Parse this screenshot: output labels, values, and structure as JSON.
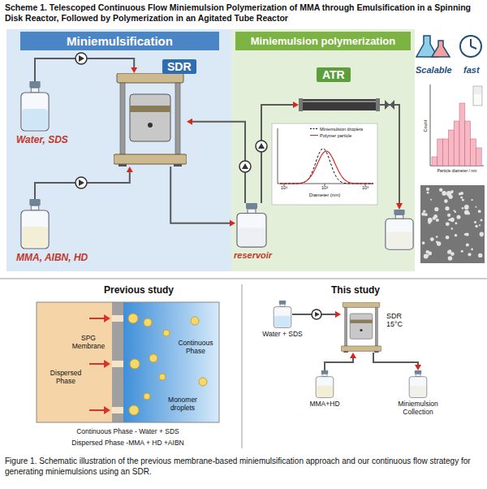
{
  "diagram": {
    "title": "Scheme 1. Telescoped Continuous Flow Miniemulsion Polymerization of MMA through Emulsification in a Spinning Disk Reactor, Followed by Polymerization in an Agitated Tube Reactor",
    "caption": "Figure 1. Schematic illustration of the previous membrane-based miniemulsification approach and our continuous flow strategy for generating miniemulsions using an SDR.",
    "nodes": [
      {
        "text": [
          "Miniemulsification"
        ]
      },
      {
        "text": [
          "SDR"
        ],
        "in": 0
      },
      {
        "text": [
          "Water, SDS"
        ],
        "in": 0
      },
      {
        "text": [
          "MMA, AIBN, HD"
        ],
        "in": 0
      },
      {
        "text": [
          "Miniemulsion polymerization"
        ]
      },
      {
        "text": [
          "reservoir"
        ],
        "in": 4
      },
      {
        "text": [
          "ATR"
        ],
        "in": 4
      },
      {
        "text": [
          "Water + SDS"
        ]
      },
      {
        "text": [
          "SDR 15°C"
        ]
      },
      {
        "text": [
          "MMA+HD"
        ]
      },
      {
        "text": [
          "Miniemulsion Collection"
        ]
      }
    ],
    "edges": [
      {
        "from": 2,
        "to": 1,
        "arrow": "to"
      },
      {
        "from": 3,
        "to": 1,
        "arrow": "to"
      },
      {
        "from": 1,
        "to": 5,
        "arrow": "to"
      },
      {
        "from": 5,
        "to": 1,
        "arrow": "to"
      },
      {
        "from": 5,
        "to": 6,
        "arrow": "to"
      },
      {
        "from": 7,
        "to": 8,
        "arrow": "to"
      },
      {
        "from": 9,
        "to": 8,
        "arrow": "to"
      },
      {
        "from": 8,
        "to": 10,
        "arrow": "to"
      }
    ],
    "labels": [
      "Scalable",
      "fast",
      "10¹",
      "10²",
      "10³",
      "Diameter (nm)",
      "Count",
      "Particle diameter / nm",
      "Previous study",
      "This study",
      "SPG Membrane",
      "Continuous Phase",
      "Dispersed Phase",
      "Monomer droplets",
      "Continuous Phase - Water + SDS",
      "Dispersed Phase -MMA + HD +AIBN"
    ],
    "legend": [
      {
        "text": "Miniemulsion droplets"
      },
      {
        "text": "Polymer particle"
      }
    ]
  }
}
